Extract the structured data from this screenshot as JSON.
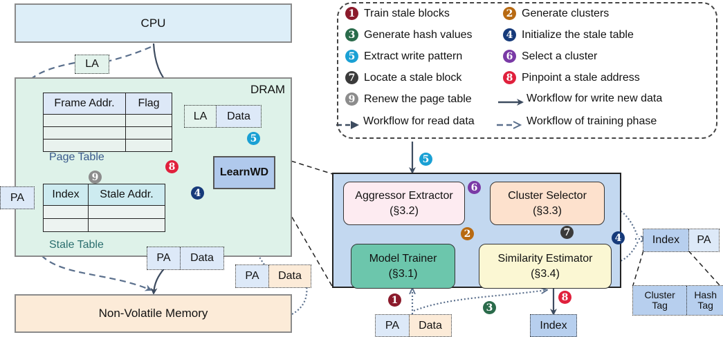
{
  "colors": {
    "step1": "#8b1a2b",
    "step2": "#b86a12",
    "step3": "#2a6b4b",
    "step4": "#163a7a",
    "step5": "#1aa0d4",
    "step6": "#7a3aa6",
    "step7": "#3a3a3a",
    "step8": "#e0203c",
    "step9": "#8c8c8c",
    "arrow": "#3d4b5f"
  },
  "system": {
    "cpu": "CPU",
    "dram": "DRAM",
    "nvm": "Non-Volatile Memory",
    "learnwd": "LearnWD",
    "page_table": {
      "label": "Page Table",
      "headers": [
        "Frame Addr.",
        "Flag"
      ],
      "empty_rows": 3
    },
    "stale_table": {
      "label": "Stale Table",
      "headers": [
        "Index",
        "Stale Addr."
      ],
      "empty_rows": 2
    },
    "packets": {
      "cpu_la": "LA",
      "write_la": "LA",
      "write_data": "Data",
      "left_pa": "PA",
      "dram_pa": "PA",
      "dram_data": "Data",
      "nvm_pa": "PA",
      "nvm_data": "Data"
    }
  },
  "engine": {
    "modules": [
      {
        "name": "Aggressor Extractor",
        "section": "(§3.2)"
      },
      {
        "name": "Cluster Selector",
        "section": "(§3.3)"
      },
      {
        "name": "Model Trainer",
        "section": "(§3.1)"
      },
      {
        "name": "Similarity Estimator",
        "section": "(§3.4)"
      }
    ],
    "input_pa": "PA",
    "input_data": "Data",
    "output_index": "Index",
    "index_entry": {
      "index": "Index",
      "pa": "PA",
      "cluster_tag": "Cluster Tag",
      "hash_tag": "Hash Tag"
    }
  },
  "legend": {
    "steps": [
      {
        "num": "1",
        "label": "Train stale blocks"
      },
      {
        "num": "2",
        "label": "Generate clusters"
      },
      {
        "num": "3",
        "label": "Generate hash values"
      },
      {
        "num": "4",
        "label": "Initialize the stale table"
      },
      {
        "num": "5",
        "label": "Extract write pattern"
      },
      {
        "num": "6",
        "label": "Select a cluster"
      },
      {
        "num": "7",
        "label": "Locate a stale block"
      },
      {
        "num": "8",
        "label": "Pinpoint a stale address"
      },
      {
        "num": "9",
        "label": "Renew the page table"
      }
    ],
    "workflows": [
      {
        "style": "solid",
        "label": "Workflow for write new data"
      },
      {
        "style": "dashed",
        "label": "Workflow for read data"
      },
      {
        "style": "dotted",
        "label": "Workflow of training phase"
      }
    ]
  }
}
